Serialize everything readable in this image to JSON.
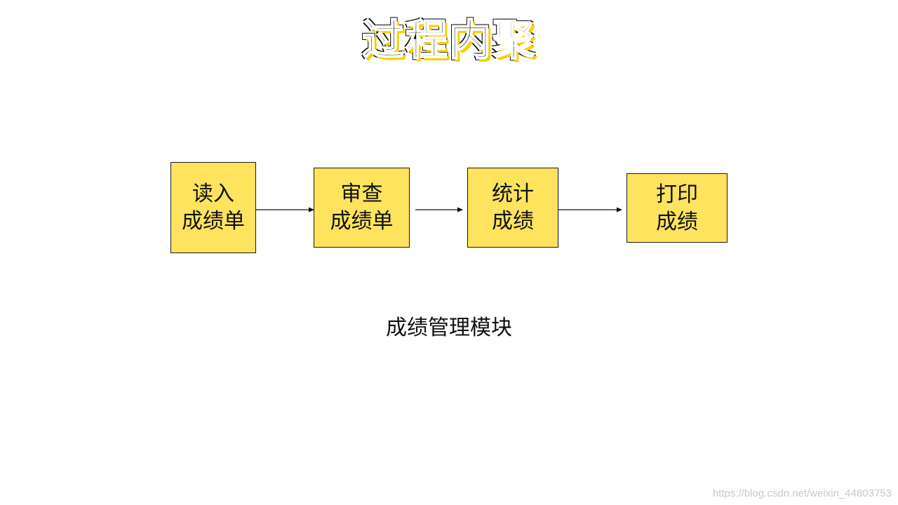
{
  "title": "过程内聚",
  "boxes": [
    {
      "line1": "读入",
      "line2": "成绩单"
    },
    {
      "line1": "审查",
      "line2": "成绩单"
    },
    {
      "line1": "统计",
      "line2": "成绩"
    },
    {
      "line1": "打印",
      "line2": "成绩"
    }
  ],
  "caption": "成绩管理模块",
  "watermark": "https://blog.csdn.net/weixin_44803753",
  "colors": {
    "box_fill": "#fde35e",
    "title_shadow": "#f5d000",
    "text": "#111111"
  }
}
